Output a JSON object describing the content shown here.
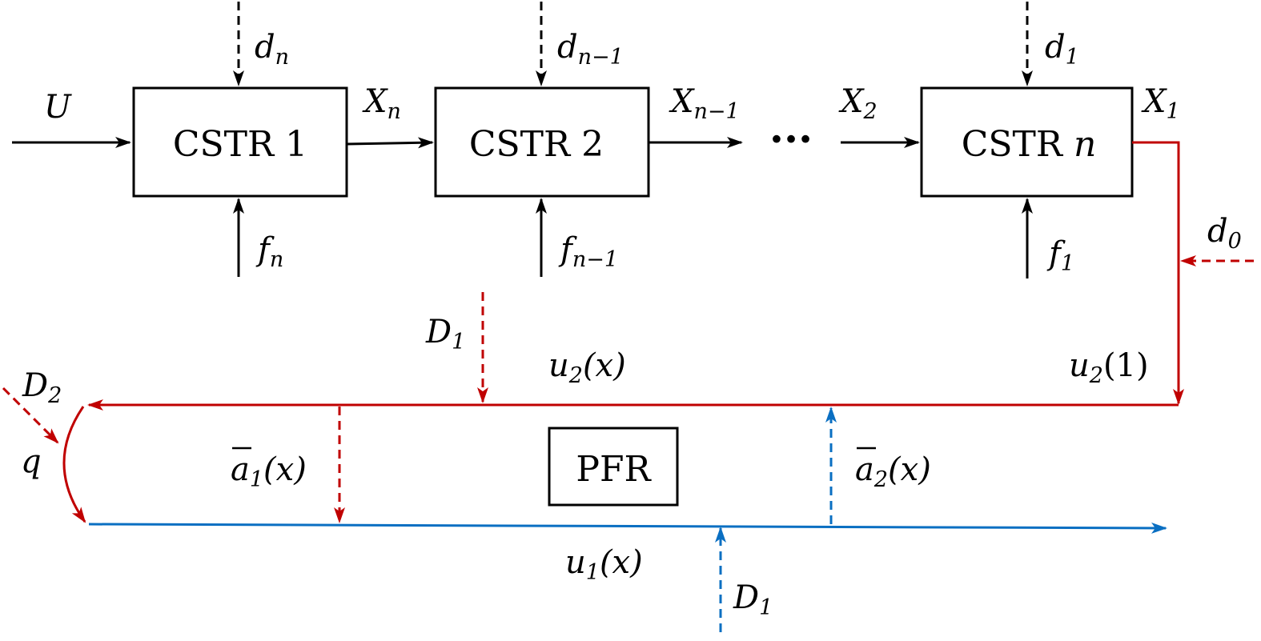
{
  "colors": {
    "stroke": "#000000",
    "recycle_line": "#c00000",
    "return_line": "#0a6fc2",
    "background": "#ffffff"
  },
  "boxes": {
    "cstr1": "CSTR 1",
    "cstr2": "CSTR 2",
    "cstrn_prefix": "CSTR ",
    "cstrn_italic": "n",
    "pfr": "PFR"
  },
  "labels": {
    "U": "U",
    "d_n": {
      "base": "d",
      "sub": "n"
    },
    "d_n1": {
      "base": "d",
      "sub": "n−1"
    },
    "d_1": {
      "base": "d",
      "sub": "1"
    },
    "d_0": {
      "base": "d",
      "sub": "0"
    },
    "f_n": {
      "base": "f",
      "sub": "n"
    },
    "f_n1": {
      "base": "f",
      "sub": "n−1"
    },
    "f_1": {
      "base": "f",
      "sub": "1"
    },
    "X_n": {
      "base": "X",
      "sub": "n"
    },
    "X_n1": {
      "base": "X",
      "sub": "n−1"
    },
    "X_2": {
      "base": "X",
      "sub": "2"
    },
    "X_1": {
      "base": "X",
      "sub": "1"
    },
    "ellipsis": "···",
    "D1_top": {
      "base": "D",
      "sub": "1"
    },
    "D1_bottom": {
      "base": "D",
      "sub": "1"
    },
    "D2": {
      "base": "D",
      "sub": "2"
    },
    "q": "q",
    "u2x": {
      "base": "u",
      "sub": "2",
      "arg": "(x)"
    },
    "u21": {
      "base": "u",
      "sub": "2",
      "arg": "(1)"
    },
    "u1x": {
      "base": "u",
      "sub": "1",
      "arg": "(x)"
    },
    "a1x": {
      "base": "a",
      "sub": "1",
      "arg": "(x)"
    },
    "a2x": {
      "base": "a",
      "sub": "2",
      "arg": "(x)"
    }
  }
}
